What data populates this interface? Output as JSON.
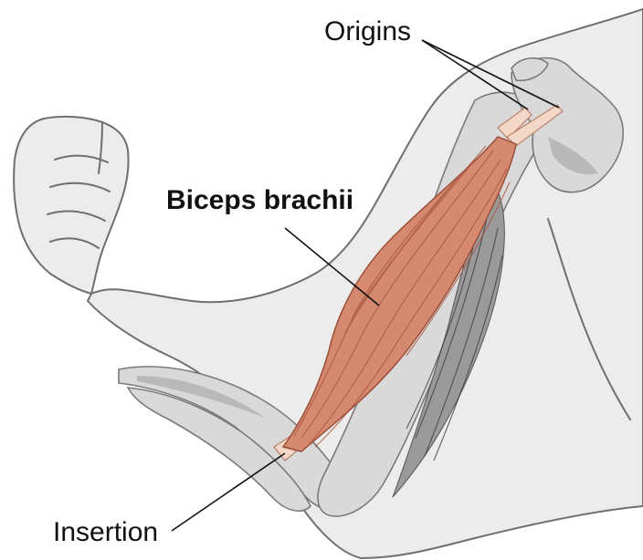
{
  "labels": {
    "origins": "Origins",
    "biceps": "Biceps brachii",
    "insertion": "Insertion"
  },
  "colors": {
    "muscle": "#d58a70",
    "skin": "#ececec",
    "bone": "#d9d9d9",
    "deep_muscle": "#9a9a9a"
  }
}
